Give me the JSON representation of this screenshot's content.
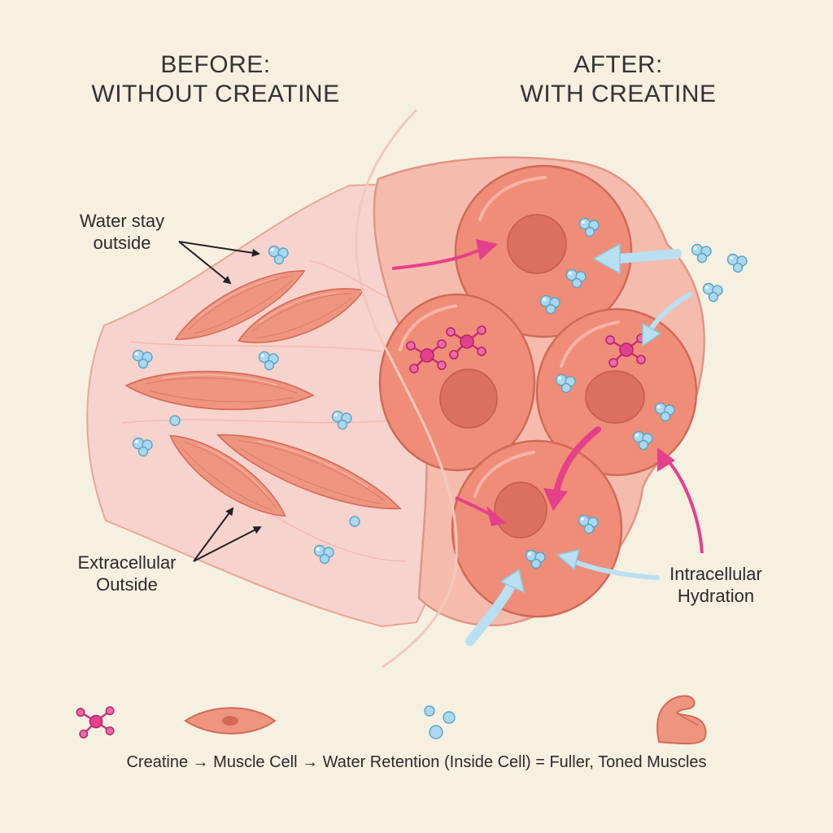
{
  "titles": {
    "before_line1": "BEFORE:",
    "before_line2": "WITHOUT CREATINE",
    "after_line1": "AFTER:",
    "after_line2": "WITH CREATINE"
  },
  "labels": {
    "water_outside_line1": "Water stay",
    "water_outside_line2": "outside",
    "extracellular_line1": "Extracellular",
    "extracellular_line2": "Outside",
    "intracellular_line1": "Intracellular",
    "intracellular_line2": "Hydration"
  },
  "legend": {
    "text": "Creatine → Muscle Cell → Water Retention (Inside Cell) = Fuller, Toned Muscles",
    "icons": [
      "creatine-molecule-icon",
      "muscle-cell-icon",
      "water-droplets-icon",
      "flexed-bicep-icon"
    ]
  },
  "colors": {
    "background": "#f6f0e1",
    "tissue": "#f7d3cd",
    "muscle_cell": "#ee9580",
    "cell_body": "#ef8d78",
    "nucleus": "#dc705e",
    "creatine": "#e2408d",
    "water": "#a9d8ef",
    "water_arrow": "#b9e0f1",
    "creatine_arrow": "#e5408a"
  }
}
